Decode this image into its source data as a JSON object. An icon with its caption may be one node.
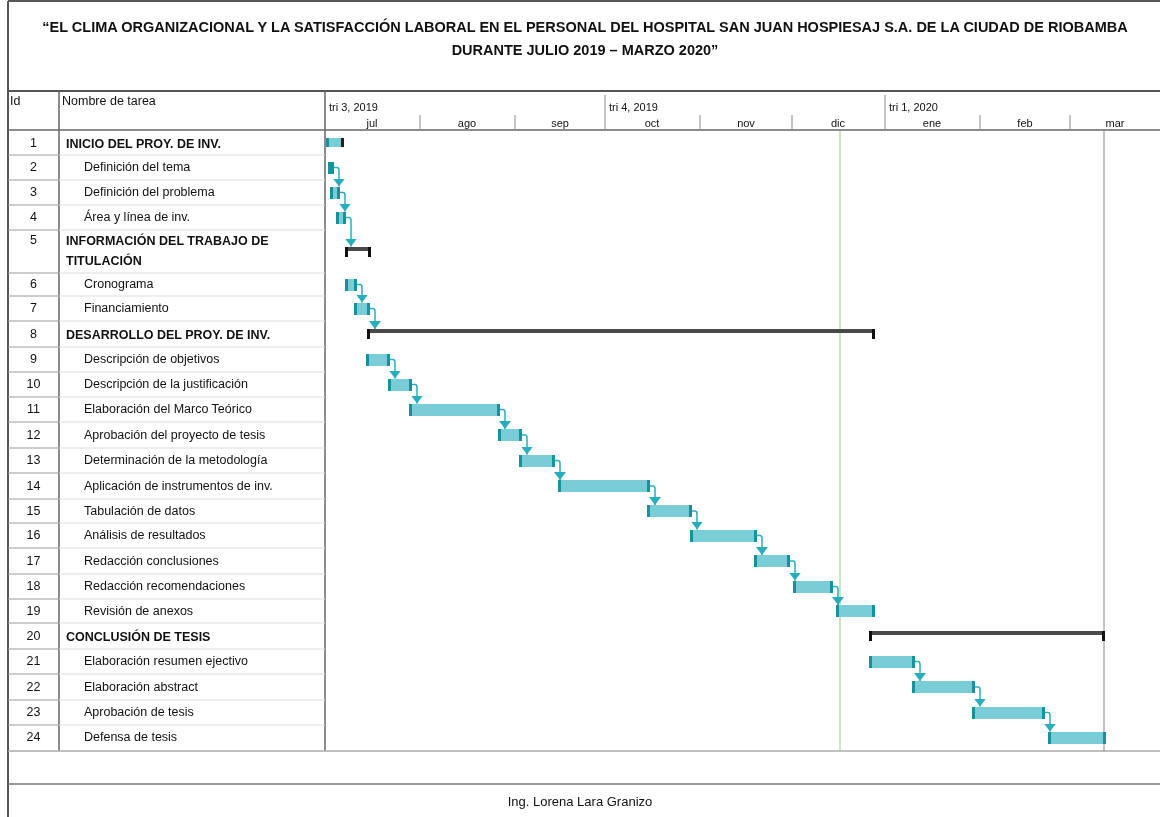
{
  "diagram": {
    "title": "“EL CLIMA ORGANIZACIONAL Y LA SATISFACCIÓN LABORAL EN EL PERSONAL DEL HOSPITAL SAN JUAN HOSPIESAJ S.A. DE LA CIUDAD DE RIOBAMBA DURANTE JULIO 2019 – MARZO 2020”",
    "nodes": [
      {
        "text": [],
        "shape": "bar"
      },
      {
        "text": [],
        "shape": "bar"
      },
      {
        "text": [],
        "shape": "bar"
      },
      {
        "text": [],
        "shape": "bar"
      },
      {
        "text": [],
        "shape": "bracket"
      },
      {
        "text": [],
        "shape": "bar"
      },
      {
        "text": [],
        "shape": "bar"
      },
      {
        "text": [],
        "shape": "bracket"
      },
      {
        "text": [],
        "shape": "bar"
      },
      {
        "text": [],
        "shape": "bar"
      },
      {
        "text": [],
        "shape": "bar"
      },
      {
        "text": [],
        "shape": "bar"
      },
      {
        "text": [],
        "shape": "bar"
      },
      {
        "text": [],
        "shape": "bar"
      },
      {
        "text": [],
        "shape": "bar"
      },
      {
        "text": [],
        "shape": "bar"
      },
      {
        "text": [],
        "shape": "bar"
      },
      {
        "text": [],
        "shape": "bar"
      },
      {
        "text": [],
        "shape": "bar"
      },
      {
        "text": [],
        "shape": "bracket"
      },
      {
        "text": [],
        "shape": "bar"
      },
      {
        "text": [],
        "shape": "bar"
      },
      {
        "text": [],
        "shape": "bar"
      },
      {
        "text": [],
        "shape": "bar"
      }
    ],
    "edges": [
      {
        "from": 1,
        "to": 2,
        "arrow": "to"
      },
      {
        "from": 2,
        "to": 3,
        "arrow": "to"
      },
      {
        "from": 3,
        "to": 4,
        "arrow": "to"
      },
      {
        "from": 5,
        "to": 6,
        "arrow": "to"
      },
      {
        "from": 6,
        "to": 7,
        "arrow": "to"
      },
      {
        "from": 8,
        "to": 9,
        "arrow": "to"
      },
      {
        "from": 9,
        "to": 10,
        "arrow": "to"
      },
      {
        "from": 10,
        "to": 11,
        "arrow": "to"
      },
      {
        "from": 11,
        "to": 12,
        "arrow": "to"
      },
      {
        "from": 12,
        "to": 13,
        "arrow": "to"
      },
      {
        "from": 13,
        "to": 14,
        "arrow": "to"
      },
      {
        "from": 14,
        "to": 15,
        "arrow": "to"
      },
      {
        "from": 15,
        "to": 16,
        "arrow": "to"
      },
      {
        "from": 16,
        "to": 17,
        "arrow": "to"
      },
      {
        "from": 17,
        "to": 18,
        "arrow": "to"
      },
      {
        "from": 20,
        "to": 21,
        "arrow": "to"
      },
      {
        "from": 21,
        "to": 22,
        "arrow": "to"
      },
      {
        "from": 22,
        "to": 23,
        "arrow": "to"
      }
    ],
    "labels": [
      "Id",
      "Nombre de tarea",
      "tri 3, 2019",
      "jul",
      "ago",
      "sep",
      "tri 4, 2019",
      "oct",
      "nov",
      "dic",
      "tri 1, 2020",
      "ene",
      "feb",
      "mar",
      "1",
      "INICIO DEL PROY. DE INV.",
      "2",
      "Definición del tema",
      "3",
      "Definición del problema",
      "4",
      "Área y línea de inv.",
      "5",
      "INFORMACIÓN DEL TRABAJO DE TITULACIÓN",
      "6",
      "Cronograma",
      "7",
      "Financiamiento",
      "8",
      "DESARROLLO DEL PROY. DE INV.",
      "9",
      "Descripción de objetivos",
      "10",
      "Descripción de la justificación",
      "11",
      "Elaboración del Marco Teórico",
      "12",
      "Aprobación del proyecto de tesis",
      "13",
      "Determinación de la metodología",
      "14",
      "Aplicación de instrumentos de inv.",
      "15",
      "Tabulación de datos",
      "16",
      "Análisis de resultados",
      "17",
      "Redacción conclusiones",
      "18",
      "Redacción recomendaciones",
      "19",
      "Revisión de anexos",
      "20",
      "CONCLUSIÓN DE TESIS",
      "21",
      "Elaboración resumen ejectivo",
      "22",
      "Elaboración abstract",
      "23",
      "Aprobación de tesis",
      "24",
      "Defensa de tesis",
      "Ing. Lorena Lara Granizo"
    ]
  }
}
